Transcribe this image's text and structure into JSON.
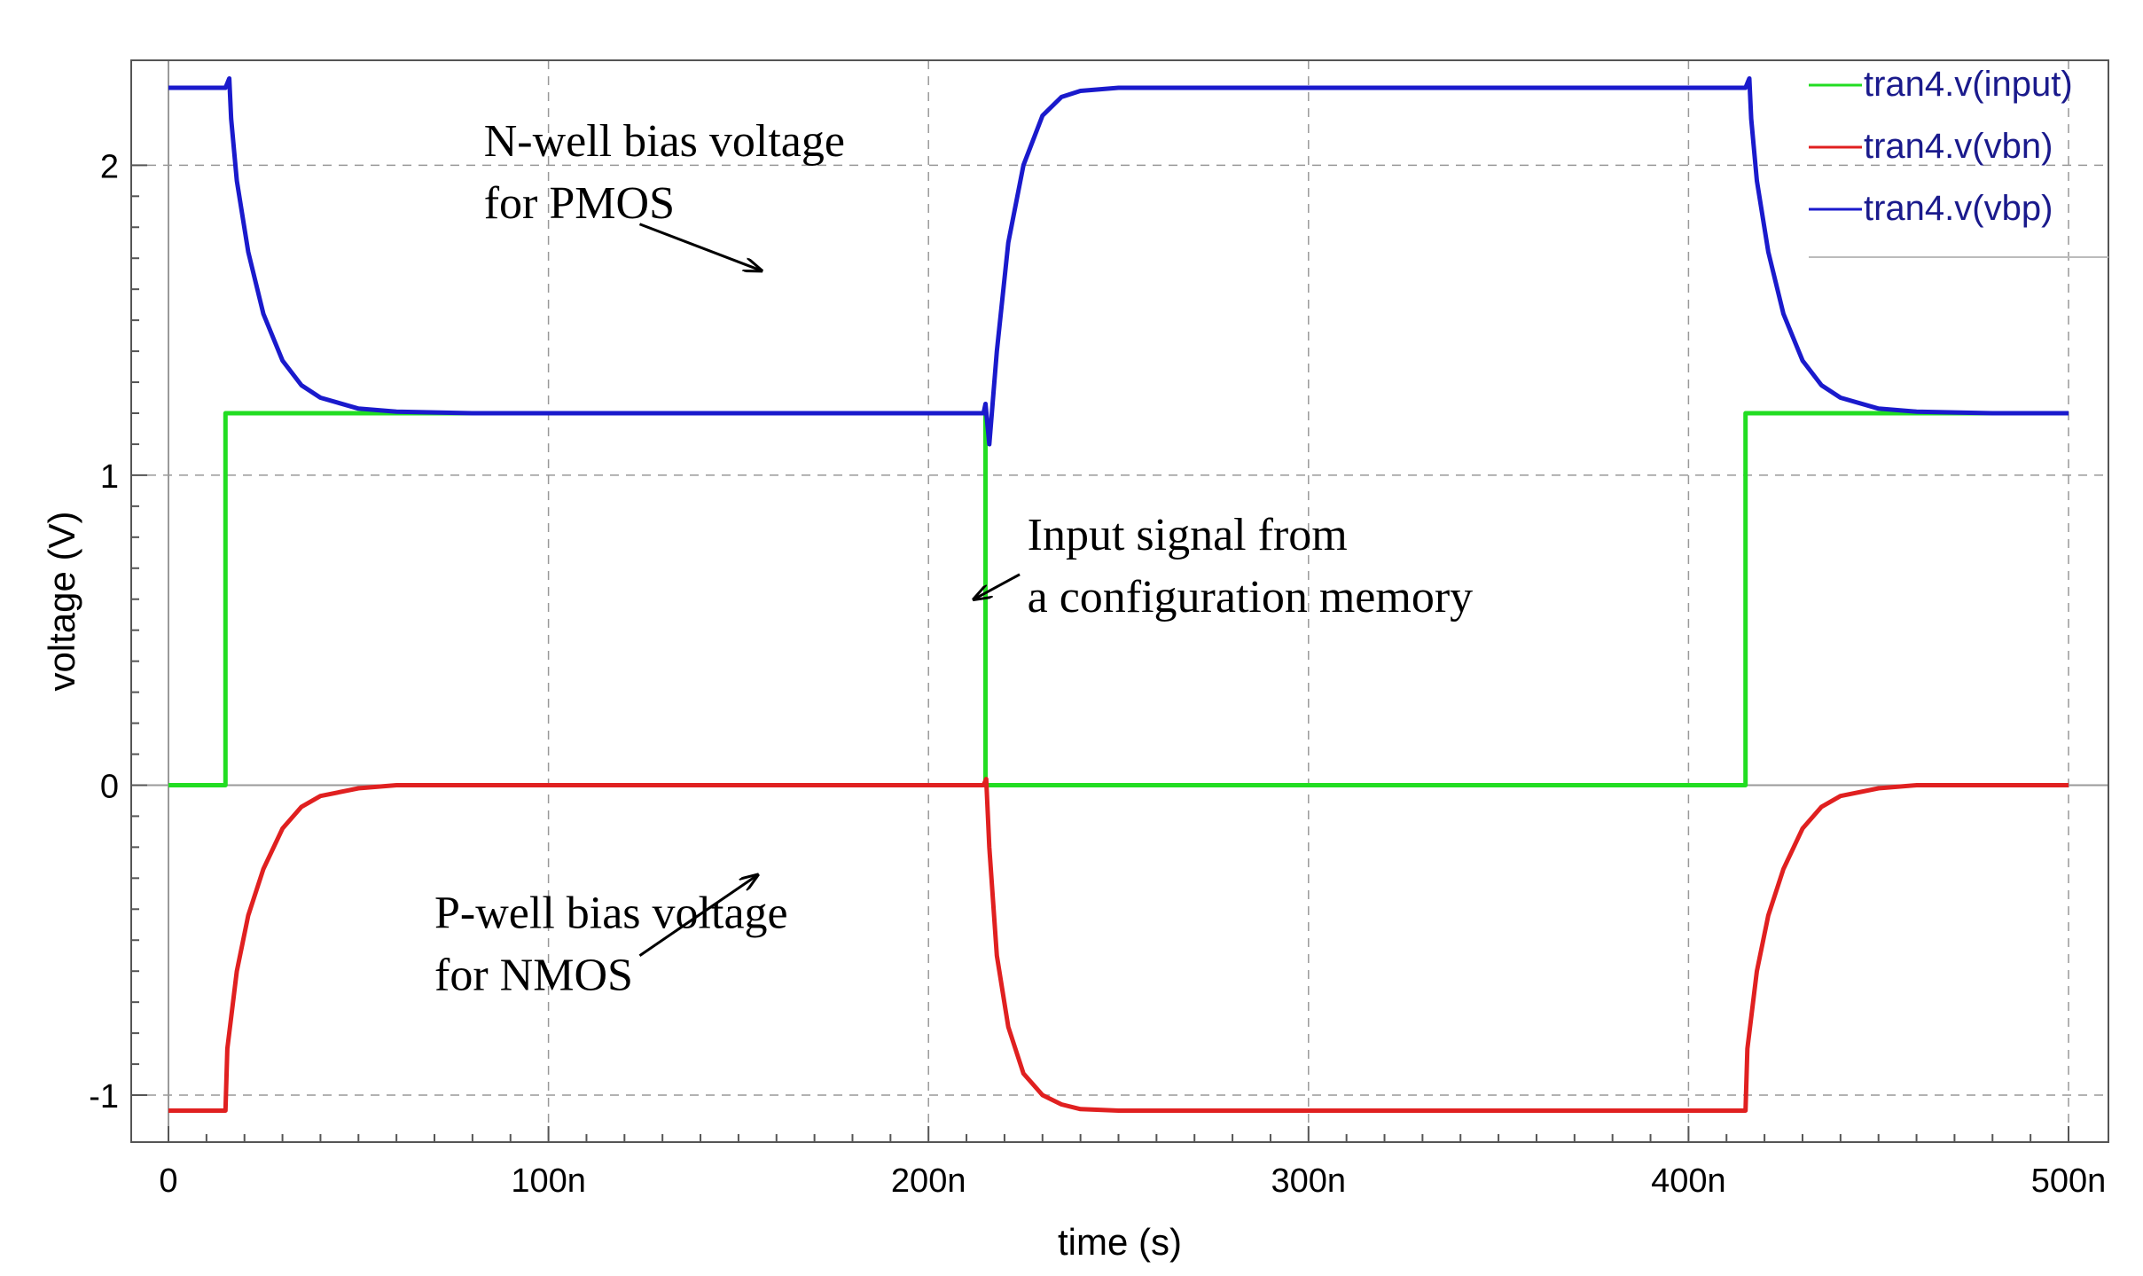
{
  "chart_data": {
    "type": "line",
    "xlabel": "time (s)",
    "ylabel": "voltage (V)",
    "xlim": [
      0,
      500
    ],
    "ylim": [
      -1.08,
      2.35
    ],
    "grid": true,
    "legend_position": "top-right",
    "x_ticks": [
      {
        "value": 0,
        "label": "0"
      },
      {
        "value": 100,
        "label": "100n"
      },
      {
        "value": 200,
        "label": "200n"
      },
      {
        "value": 300,
        "label": "300n"
      },
      {
        "value": 400,
        "label": "400n"
      },
      {
        "value": 500,
        "label": "500n"
      }
    ],
    "y_ticks": [
      {
        "value": -1,
        "label": "-1"
      },
      {
        "value": 0,
        "label": "0"
      },
      {
        "value": 1,
        "label": "1"
      },
      {
        "value": 2,
        "label": "2"
      }
    ],
    "series": [
      {
        "name": "tran4.v(input)",
        "color": "#22dd22",
        "x": [
          0,
          15,
          15,
          215,
          215,
          415,
          415,
          500
        ],
        "y": [
          0,
          0,
          1.2,
          1.2,
          0,
          0,
          1.2,
          1.2
        ]
      },
      {
        "name": "tran4.v(vbn)",
        "color": "#e02020",
        "x": [
          0,
          15,
          15.5,
          18,
          21,
          25,
          30,
          35,
          40,
          50,
          60,
          80,
          214.5,
          215.2,
          216,
          218,
          221,
          225,
          230,
          235,
          240,
          250,
          300,
          415,
          415.5,
          418,
          421,
          425,
          430,
          435,
          440,
          450,
          460,
          480,
          500
        ],
        "y": [
          -1.05,
          -1.05,
          -0.85,
          -0.6,
          -0.42,
          -0.27,
          -0.14,
          -0.07,
          -0.035,
          -0.01,
          0,
          0,
          0,
          0.02,
          -0.2,
          -0.55,
          -0.78,
          -0.93,
          -1.0,
          -1.03,
          -1.045,
          -1.05,
          -1.05,
          -1.05,
          -0.85,
          -0.6,
          -0.42,
          -0.27,
          -0.14,
          -0.07,
          -0.035,
          -0.01,
          0,
          0,
          0
        ]
      },
      {
        "name": "tran4.v(vbp)",
        "color": "#1a1acc",
        "x": [
          0,
          15,
          16,
          16.5,
          18,
          21,
          25,
          30,
          35,
          40,
          50,
          60,
          80,
          214.5,
          215,
          216,
          218,
          221,
          225,
          230,
          235,
          240,
          250,
          300,
          415,
          416,
          416.5,
          418,
          421,
          425,
          430,
          435,
          440,
          450,
          460,
          480,
          500
        ],
        "y": [
          2.25,
          2.25,
          2.28,
          2.15,
          1.95,
          1.72,
          1.52,
          1.37,
          1.29,
          1.25,
          1.215,
          1.205,
          1.2,
          1.2,
          1.23,
          1.1,
          1.4,
          1.75,
          2.0,
          2.16,
          2.22,
          2.24,
          2.25,
          2.25,
          2.25,
          2.28,
          2.15,
          1.95,
          1.72,
          1.52,
          1.37,
          1.29,
          1.25,
          1.215,
          1.205,
          1.2,
          1.2
        ]
      }
    ],
    "annotations": [
      {
        "lines": [
          "N-well bias voltage",
          "for PMOS"
        ],
        "text_at": [
          83,
          2.03
        ],
        "arrow_from": [
          124,
          1.81
        ],
        "arrow_to": [
          156,
          1.66
        ]
      },
      {
        "lines": [
          "Input signal from",
          "a configuration memory"
        ],
        "text_at": [
          226,
          0.76
        ],
        "arrow_from": [
          224,
          0.68
        ],
        "arrow_to": [
          212,
          0.6
        ]
      },
      {
        "lines": [
          "P-well bias voltage",
          "for NMOS"
        ],
        "text_at": [
          70,
          -0.46
        ],
        "arrow_from": [
          124,
          -0.55
        ],
        "arrow_to": [
          155,
          -0.29
        ]
      }
    ]
  }
}
